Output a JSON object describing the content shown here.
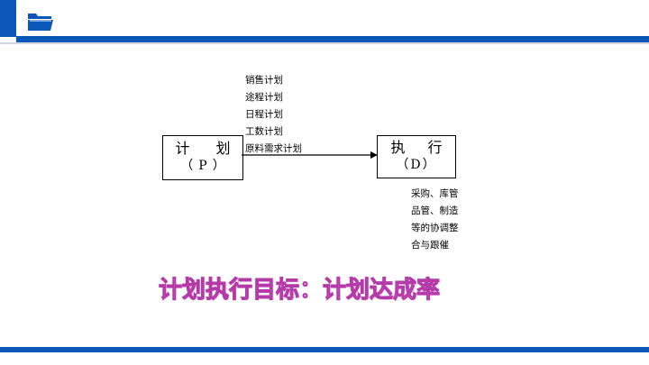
{
  "header": {
    "icon": "folder-icon",
    "accent_color": "#0b57b8"
  },
  "diagram": {
    "plan_box": {
      "title": "计 划",
      "subtitle": "（P）"
    },
    "exec_box": {
      "title": "执 行",
      "subtitle": "（D）"
    },
    "plan_items": [
      "销售计划",
      "途程计划",
      "日程计划",
      "工数计划",
      "原料需求计划"
    ],
    "exec_items": [
      "采购、库管",
      "品管、制造",
      "等的协调整",
      "合与跟催"
    ]
  },
  "goal": {
    "text": "计划执行目标：计划达成率",
    "color": "#f3a8e8"
  }
}
